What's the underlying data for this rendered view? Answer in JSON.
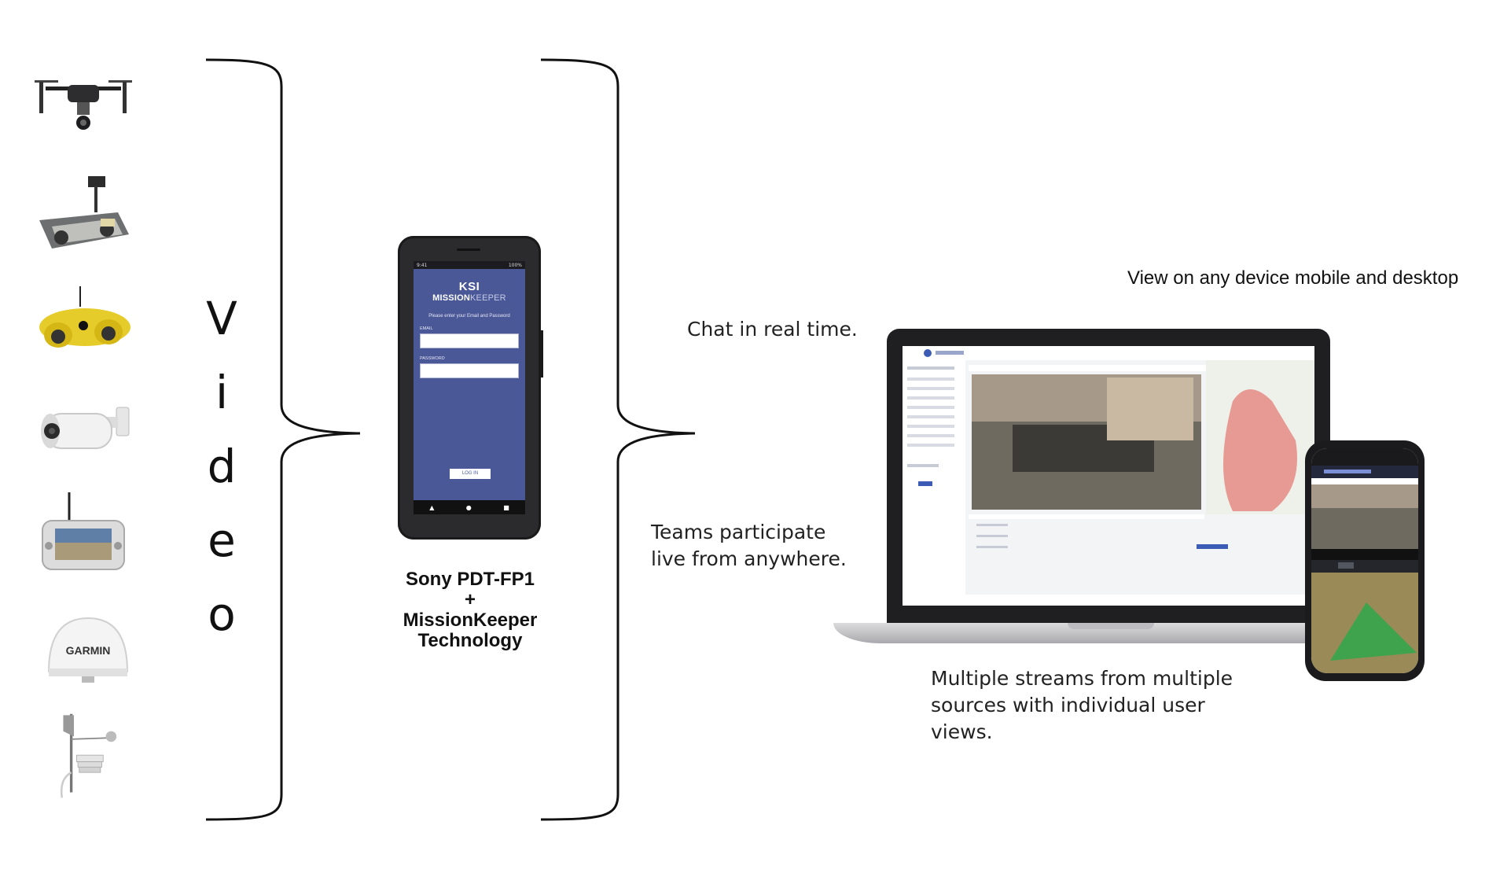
{
  "video_letters": [
    "V",
    "i",
    "d",
    "e",
    "o"
  ],
  "devices": [
    {
      "name": "drone",
      "icon": "drone-icon"
    },
    {
      "name": "robot",
      "icon": "robot-icon"
    },
    {
      "name": "underwater-drone",
      "icon": "underwater-drone-icon"
    },
    {
      "name": "security-camera",
      "icon": "security-camera-icon"
    },
    {
      "name": "remote-controller",
      "icon": "remote-controller-icon"
    },
    {
      "name": "satellite-antenna",
      "icon": "satellite-antenna-icon",
      "brand_text": "GARMIN"
    },
    {
      "name": "weather-station",
      "icon": "weather-station-icon"
    }
  ],
  "phone": {
    "status_time": "9:41",
    "status_battery": "100%",
    "brand_ksi": "KSI",
    "brand_mission": "MISSION",
    "brand_keeper": "KEEPER",
    "prompt": "Please enter your Email and Password",
    "email_label": "EMAIL",
    "password_label": "PASSWORD",
    "login_label": "LOG IN",
    "nav_back": "▲",
    "nav_home": "●",
    "nav_recent": "■",
    "caption": [
      "Sony PDT-FP1",
      "+",
      "MissionKeeper",
      "Technology"
    ]
  },
  "notes": {
    "chat": "Chat in real time.",
    "teams": [
      "Teams participate",
      "live from anywhere."
    ],
    "streams": [
      "Multiple streams from multiple",
      "sources with individual user",
      "views."
    ],
    "headline": "View on any device mobile and desktop"
  },
  "colors": {
    "phone_screen": "#4a5898",
    "map_area": "#e79a93",
    "map_green": "#3fa34d",
    "ui_accent": "#3b5bb5"
  }
}
